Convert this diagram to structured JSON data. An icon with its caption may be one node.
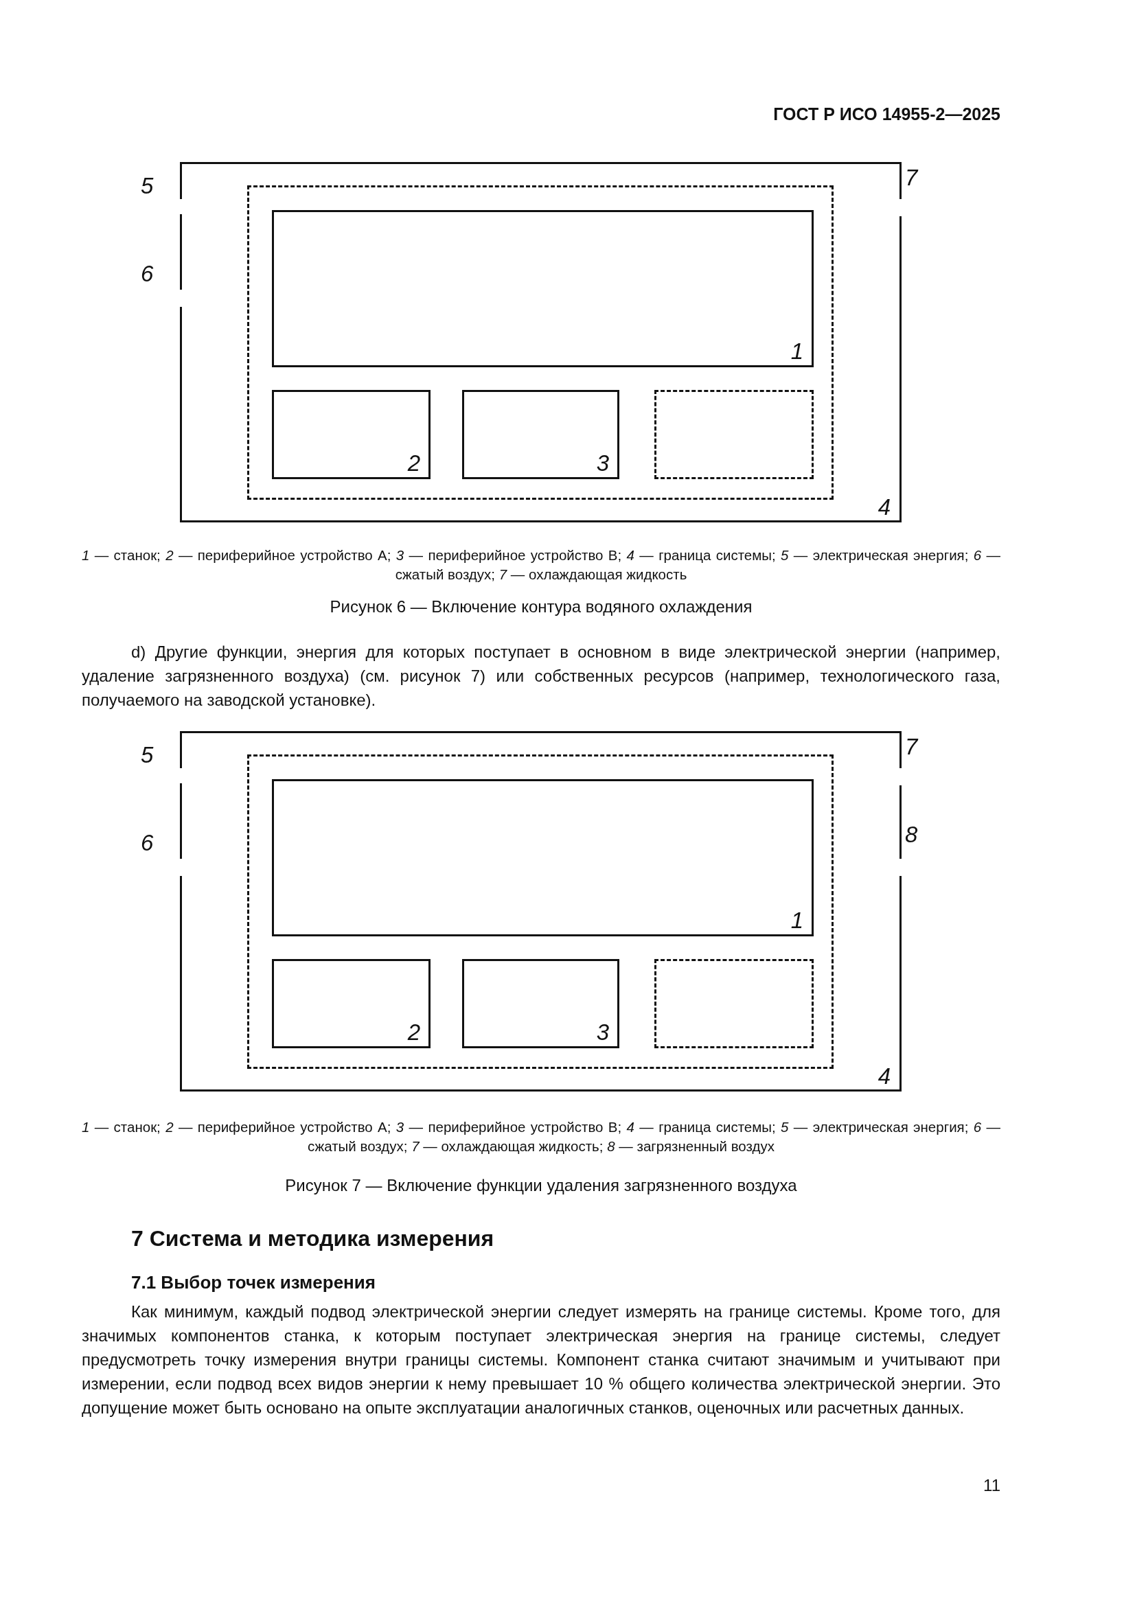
{
  "diagram": {
    "nodes": [
      {
        "text": [
          "4"
        ]
      },
      {
        "text": [],
        "shape": "box",
        "in": 0
      },
      {
        "text": [
          "1"
        ],
        "in": 1
      },
      {
        "text": [
          "2"
        ],
        "in": 1
      },
      {
        "text": [
          "3"
        ],
        "in": 1
      },
      {
        "text": [],
        "shape": "box",
        "in": 1
      },
      {
        "text": [
          "4"
        ]
      },
      {
        "text": [],
        "shape": "box",
        "in": 6
      },
      {
        "text": [
          "1"
        ],
        "in": 7
      },
      {
        "text": [
          "2"
        ],
        "in": 7
      },
      {
        "text": [
          "3"
        ],
        "in": 7
      },
      {
        "text": [],
        "shape": "box",
        "in": 7
      }
    ],
    "labels": [
      "ГОСТ Р ИСО 14955-2—2025",
      "5",
      "7",
      "6",
      "*1* — станок; *2* — периферийное устройство A; *3* — периферийное устройство B; *4* — граница системы; *5* — электрическая энергия; *6* — сжатый воздух; *7* — охлаждающая жидкость",
      "Рисунок 6 — Включение контура водяного охлаждения",
      "d) Другие функции, энергия для которых поступает в основном в виде электрической энергии (например, удаление загрязненного воздуха) (см. рисунок 7) или собственных ресурсов (например, технологического газа, получаемого на заводской установке).",
      "5",
      "7",
      "6",
      "8",
      "*1* — станок; *2* — периферийное устройство A; *3* — периферийное устройство B; *4* — граница системы; *5* — электрическая энергия; *6* — сжатый воздух; *7* — охлаждающая жидкость; *8* — загрязненный воздух",
      "Рисунок 7 — Включение функции удаления загрязненного воздуха",
      "7 Система и методика измерения",
      "7.1 Выбор точек измерения",
      "Как минимум, каждый подвод электрической энергии следует измерять на границе системы. Кроме того, для значимых компонентов станка, к которым поступает электрическая энергия на границе системы, следует предусмотреть точку измерения внутри границы системы. Компонент станка считают значимым и учитывают при измерении, если подвод всех видов энергии к нему превышает 10 % общего количества электрической энергии. Это допущение может быть основано на опыте эксплуатации аналогичных станков, оценочных или расчетных данных.",
      "11"
    ]
  }
}
